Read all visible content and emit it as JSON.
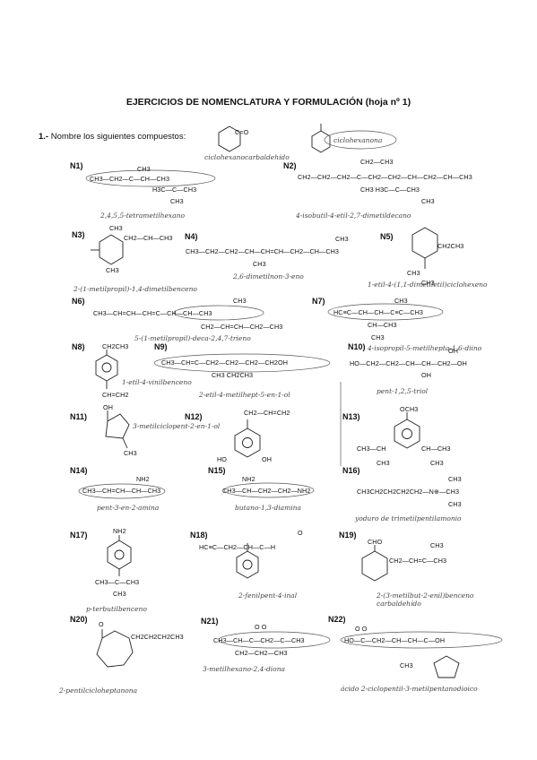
{
  "title": "EJERCICIOS DE NOMENCLATURA Y FORMULACIÓN (hoja nº 1)",
  "instruction": {
    "number": "1.-",
    "text": "Nombre los siguientes compuestos:"
  },
  "examples": {
    "e1_formula": "C=O",
    "e1_answer": "ciclohexanocarbaldehído",
    "e2_answer": "ciclohexanona"
  },
  "exercises": [
    {
      "label": "N1)",
      "line1": "CH3",
      "line2": "CH3—CH2—C—CH—CH3",
      "line3": "H3C—C—CH3",
      "line4": "CH3",
      "answer": "2,4,5,5-tetrametilhexano"
    },
    {
      "label": "N2)",
      "line1": "CH2—CH3",
      "line2": "CH2—CH2—CH2—C—CH2—CH2—CH—CH2—CH—CH3",
      "line3": "CH3   H3C—C—CH3",
      "line4": "CH3",
      "answer": "4-isobutil-4-etil-2,7-dimetildecano"
    },
    {
      "label": "N3)",
      "line1": "CH2—CH—CH3",
      "line2": "CH3",
      "line3": "CH3",
      "answer": "2-(1-metilpropil)-1,4-dimetilbenceno"
    },
    {
      "label": "N4)",
      "line1": "CH3",
      "line2": "CH3—CH2—CH2—CH—CH=CH—CH2—CH—CH3",
      "line3": "CH3",
      "answer": "2,6-dimetilnon-3-eno"
    },
    {
      "label": "N5)",
      "line1": "CH2CH3",
      "line2": "CH3",
      "line3": "CH3",
      "answer": "1-etil-4-(1,1-dimetiletil)ciclohexeno"
    },
    {
      "label": "N6)",
      "line1": "CH3",
      "line2": "CH3—CH=CH—CH=C—CH—CH—CH3",
      "line3": "CH2—CH=CH—CH2—CH3",
      "answer": "5-(1-metilpropil)-deca-2,4,7-trieno"
    },
    {
      "label": "N7)",
      "line1": "CH3",
      "line2": "HC≡C—CH—CH—C≡C—CH3",
      "line3": "CH—CH3",
      "line4": "CH3",
      "answer": "4-isopropil-5-metilhepta-1,6-diino"
    },
    {
      "label": "N8)",
      "line1": "CH2CH3",
      "line2": "CH=CH2",
      "answer": "1-etil-4-vinilbenceno"
    },
    {
      "label": "N9)",
      "line1": "CH3—CH=C—CH2—CH2—CH2—CH2OH",
      "line2": "CH3     CH2CH3",
      "answer": "2-etil-4-metilhept-5-en-1-ol"
    },
    {
      "label": "N10)",
      "line1": "OH",
      "line2": "HO—CH2—CH2—CH—CH—CH2—OH",
      "line3": "OH",
      "answer": "pent-1,2,5-triol"
    },
    {
      "label": "N11)",
      "line1": "OH",
      "line2": "CH3",
      "answer": "3-metilciclopent-2-en-1-ol"
    },
    {
      "label": "N12)",
      "line1": "CH2—CH=CH2",
      "line2": "HO",
      "line3": "OH"
    },
    {
      "label": "N13)",
      "line1": "OCH3",
      "line2": "CH3—CH",
      "line3": "CH—CH3",
      "line4": "CH3",
      "line5": "CH3"
    },
    {
      "label": "N14)",
      "line1": "NH2",
      "line2": "CH3—CH=CH—CH—CH3",
      "answer": "pent-3-en-2-amina"
    },
    {
      "label": "N15)",
      "line1": "NH2",
      "line2": "CH3—CH—CH2—CH2—NH2",
      "answer": "butano-1,3-diamina"
    },
    {
      "label": "N16)",
      "line1": "CH3",
      "line2": "CH3CH2CH2CH2CH2—N⊕—CH3",
      "line3": "CH3",
      "answer": "yoduro de trimetilpentilamonio"
    },
    {
      "label": "N17)",
      "line1": "NH2",
      "line2": "CH3—C—CH3",
      "line3": "CH3",
      "answer": "p-terbutilbenceno"
    },
    {
      "label": "N18)",
      "line1": "O",
      "line2": "HC≡C—CH2—CH—C—H",
      "answer": "2-fenilpent-4-inal"
    },
    {
      "label": "N19)",
      "line1": "CHO",
      "line2": "CH2—CH=C—CH3",
      "line3": "CH3",
      "answer": "2-(3-metilbut-2-enil)benceno carbaldehído"
    },
    {
      "label": "N20)",
      "line1": "O",
      "line2": "CH2CH2CH2CH3",
      "answer": "2-pentilcicloheptanona"
    },
    {
      "label": "N21)",
      "line1": "O        O",
      "line2": "CH3—CH—C—CH2—C—CH3",
      "line3": "CH2—CH2—CH3",
      "answer": "3-metilhexano-2,4-diona"
    },
    {
      "label": "N22)",
      "line1": "O                           O",
      "line2": "HO—C—CH2—CH—CH—C—OH",
      "line3": "CH3",
      "answer": "ácido 2-ciclopentil-3-metilpentanodioico"
    }
  ]
}
